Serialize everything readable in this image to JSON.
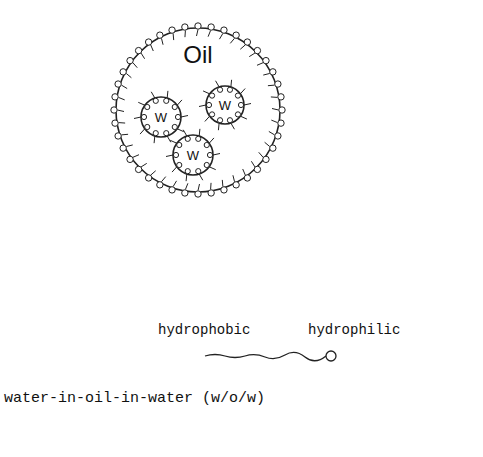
{
  "diagram": {
    "caption": "water-in-oil-in-water (w/o/w)",
    "nodes": [
      {
        "text": [
          "Oil"
        ]
      },
      {
        "text": [
          "W"
        ],
        "in": 0
      },
      {
        "text": [
          "W"
        ],
        "in": 0
      },
      {
        "text": [
          "W"
        ],
        "in": 0
      }
    ],
    "labels": [
      "hydrophobic",
      "hydrophilic"
    ]
  }
}
